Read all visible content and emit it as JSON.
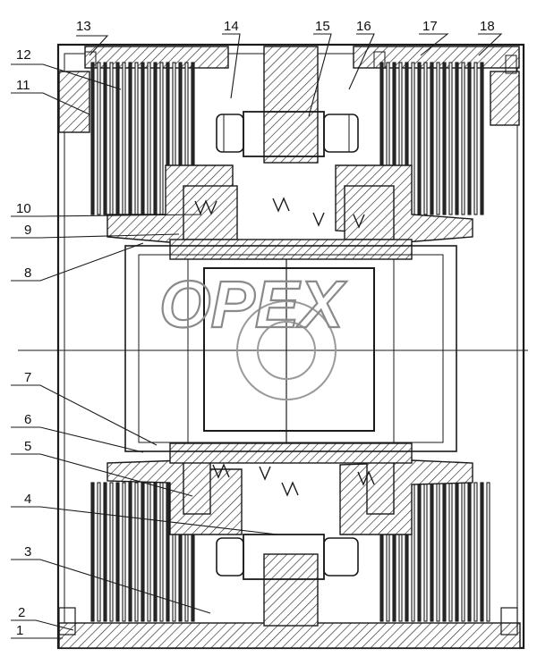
{
  "watermark": "OPEX",
  "callouts": [
    {
      "id": "1",
      "text": "1"
    },
    {
      "id": "2",
      "text": "2"
    },
    {
      "id": "3",
      "text": "3"
    },
    {
      "id": "4",
      "text": "4"
    },
    {
      "id": "5",
      "text": "5"
    },
    {
      "id": "6",
      "text": "6"
    },
    {
      "id": "7",
      "text": "7"
    },
    {
      "id": "8",
      "text": "8"
    },
    {
      "id": "9",
      "text": "9"
    },
    {
      "id": "10",
      "text": "10"
    },
    {
      "id": "11",
      "text": "11"
    },
    {
      "id": "12",
      "text": "12"
    },
    {
      "id": "13",
      "text": "13"
    },
    {
      "id": "14",
      "text": "14"
    },
    {
      "id": "15",
      "text": "15"
    },
    {
      "id": "16",
      "text": "16"
    },
    {
      "id": "17",
      "text": "17"
    },
    {
      "id": "18",
      "text": "18"
    }
  ]
}
